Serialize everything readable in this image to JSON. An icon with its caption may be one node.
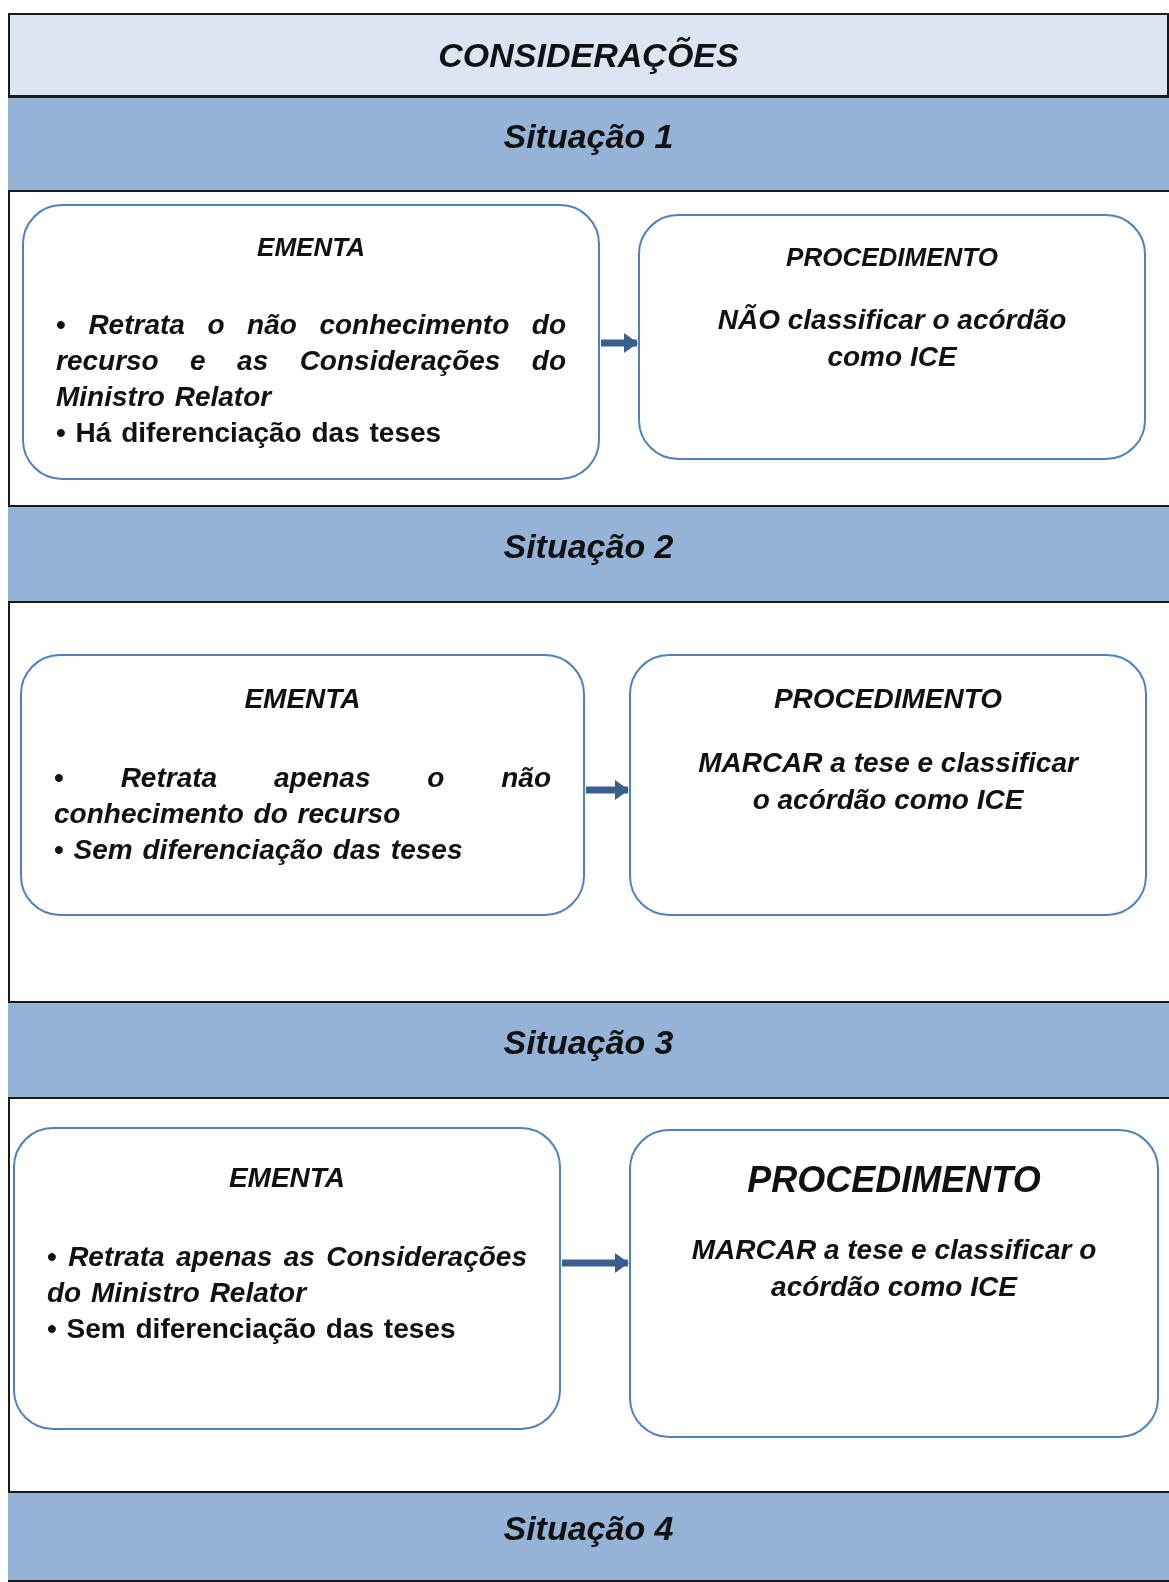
{
  "diagram": {
    "title": "CONSIDERAÇÕES",
    "nodes": [
      {
        "text": [
          "Situação 1"
        ]
      },
      {
        "text": [
          "EMENTA",
          "• *Retrata o não conhecimento do recurso e as Considerações do Ministro Relator*",
          "• Há diferenciação das teses"
        ]
      },
      {
        "text": [
          "PROCEDIMENTO",
          "NÃO classificar o acórdão como ICE"
        ]
      },
      {
        "text": [
          "Situação 2"
        ]
      },
      {
        "text": [
          "EMENTA",
          "• *Retrata apenas o não conhecimento do recurso*",
          "• *Sem diferenciação das teses*"
        ]
      },
      {
        "text": [
          "PROCEDIMENTO",
          "MARCAR a tese e classificar o acórdão como ICE"
        ]
      },
      {
        "text": [
          "Situação 3"
        ]
      },
      {
        "text": [
          "EMENTA",
          "• *Retrata apenas as Considerações do Ministro Relator*",
          "• Sem diferenciação das teses"
        ]
      },
      {
        "text": [
          "PROCEDIMENTO",
          "MARCAR a tese e classificar o acórdão como ICE"
        ]
      },
      {
        "text": [
          "Situação 4"
        ]
      }
    ],
    "edges": [
      {
        "from": 1,
        "to": 2,
        "arrow": "to"
      },
      {
        "from": 4,
        "to": 5,
        "arrow": "to"
      },
      {
        "from": 7,
        "to": 8,
        "arrow": "to"
      }
    ]
  }
}
